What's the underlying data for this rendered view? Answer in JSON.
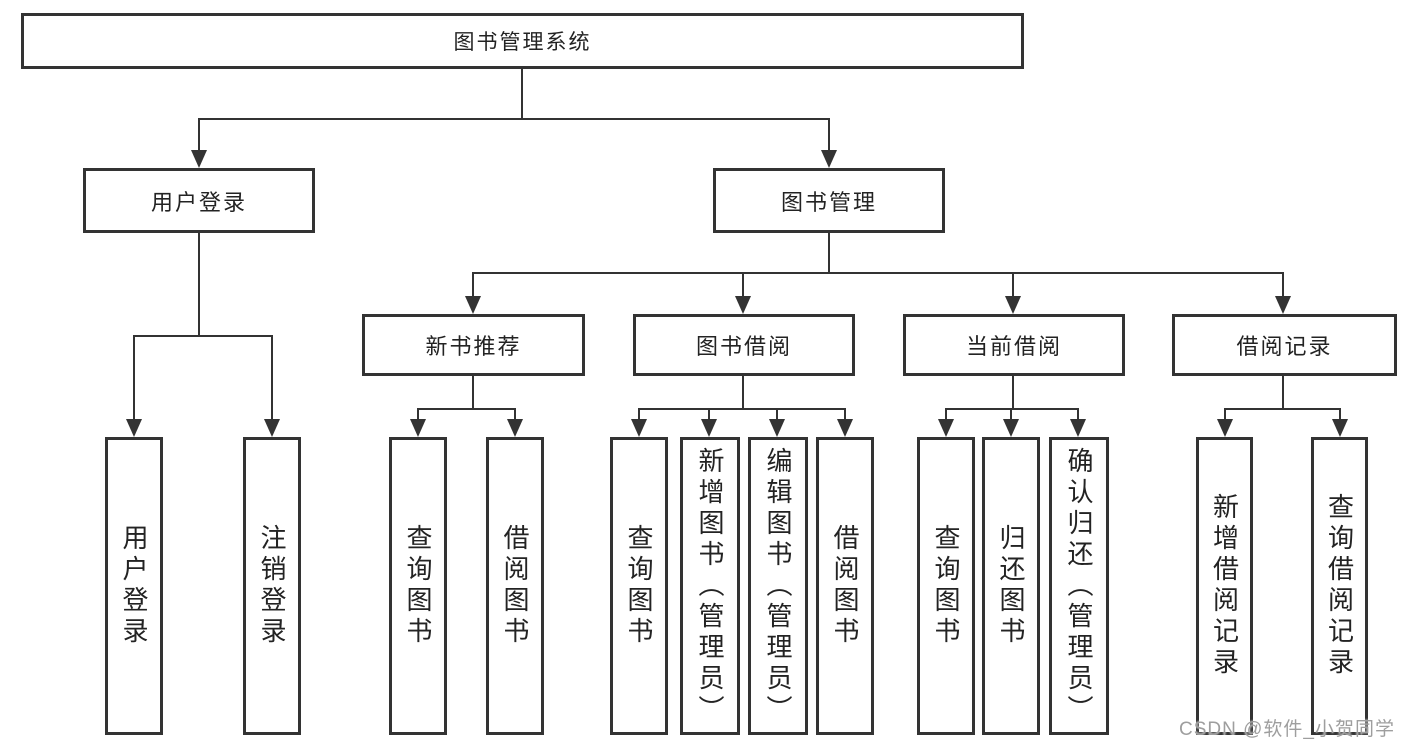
{
  "tree": {
    "root": "图书管理系统",
    "children": [
      {
        "label": "用户登录",
        "children": [
          {
            "label": "用户登录"
          },
          {
            "label": "注销登录"
          }
        ]
      },
      {
        "label": "图书管理",
        "children": [
          {
            "label": "新书推荐",
            "children": [
              {
                "label": "查询图书"
              },
              {
                "label": "借阅图书"
              }
            ]
          },
          {
            "label": "图书借阅",
            "children": [
              {
                "label": "查询图书"
              },
              {
                "label": "新增图书（管理员）"
              },
              {
                "label": "编辑图书（管理员）"
              },
              {
                "label": "借阅图书"
              }
            ]
          },
          {
            "label": "当前借阅",
            "children": [
              {
                "label": "查询图书"
              },
              {
                "label": "归还图书"
              },
              {
                "label": "确认归还（管理员）"
              }
            ]
          },
          {
            "label": "借阅记录",
            "children": [
              {
                "label": "新增借阅记录"
              },
              {
                "label": "查询借阅记录"
              }
            ]
          }
        ]
      }
    ]
  },
  "watermark": "CSDN @软件_小贺同学",
  "colors": {
    "line": "#333333",
    "text": "#232323",
    "watermark": "#9e9e9e",
    "background": "#ffffff"
  }
}
